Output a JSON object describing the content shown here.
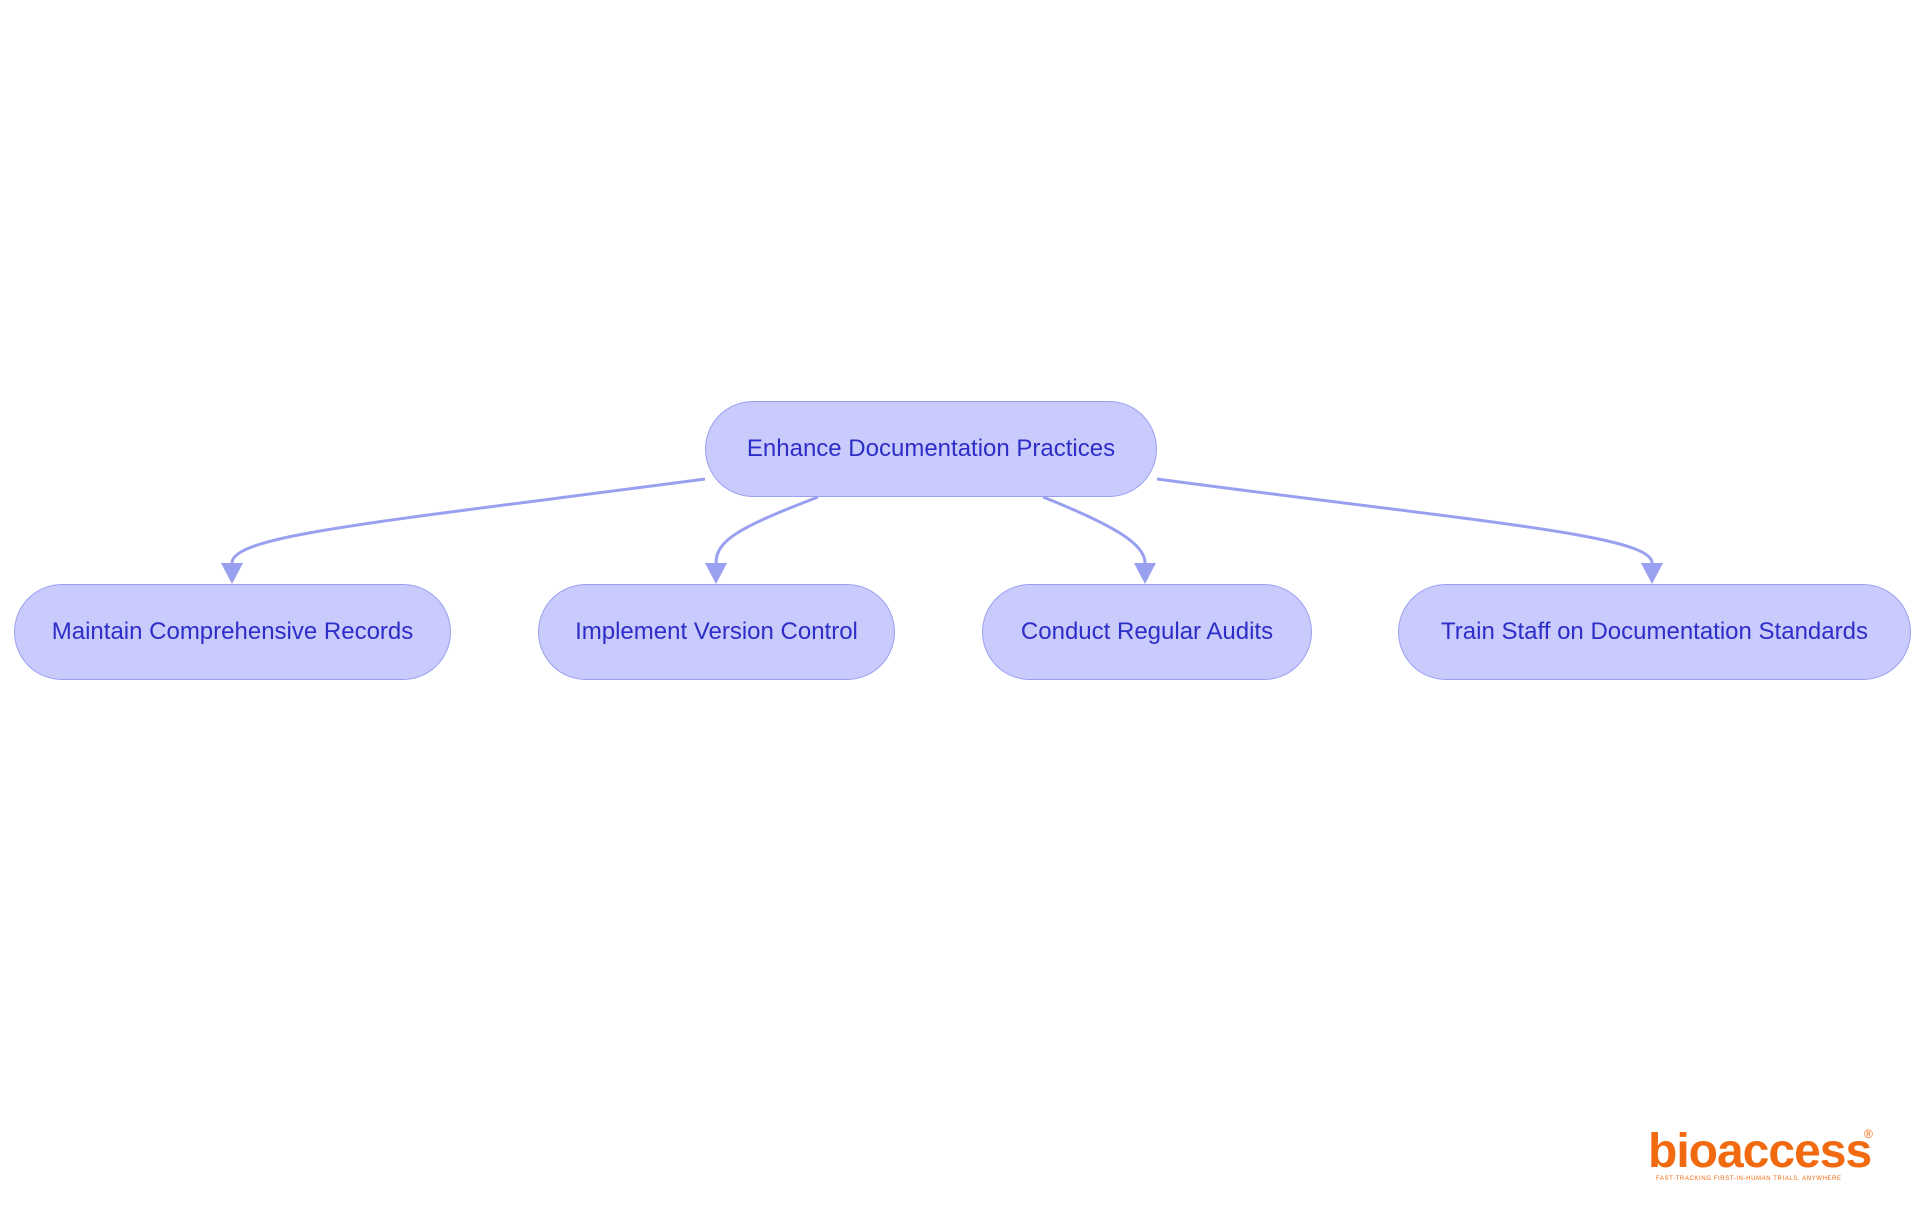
{
  "colors": {
    "node_fill": "#c9cbfd",
    "node_border": "#9aa0f0",
    "node_text": "#2d2dc8",
    "edge": "#9aa0f0",
    "logo": "#f26a10",
    "background": "#ffffff"
  },
  "diagram": {
    "root": {
      "label": "Enhance Documentation Practices"
    },
    "children": [
      {
        "label": "Maintain Comprehensive Records"
      },
      {
        "label": "Implement Version Control"
      },
      {
        "label": "Conduct Regular Audits"
      },
      {
        "label": "Train Staff on Documentation Standards"
      }
    ]
  },
  "logo": {
    "name": "bioaccess",
    "registered": "®",
    "tagline": "FAST-TRACKING FIRST-IN-HUMAN TRIALS, ANYWHERE"
  }
}
